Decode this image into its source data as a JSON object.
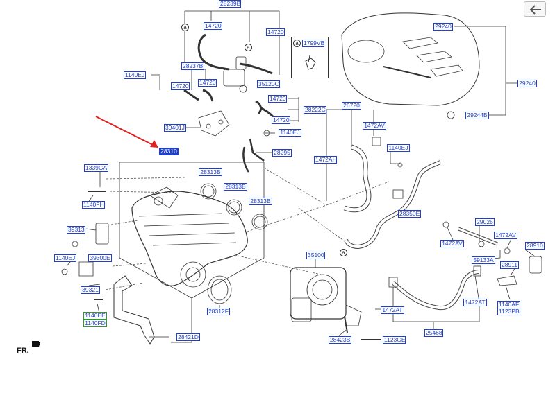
{
  "labels": {
    "p28239B": "28239B",
    "p14720_a": "14720",
    "p14720_b": "14720",
    "p1799VB": "1799VB",
    "p29240_a": "29240",
    "p29240_b": "29240",
    "p29244B": "29244B",
    "p1140EJ_a": "1140EJ",
    "p28237B": "28237B",
    "p14720_c": "14720",
    "p14720_d": "14720",
    "p35120C": "35120C",
    "p14720_e": "14720",
    "p14720_f": "14720",
    "p28222C": "28222C",
    "p26720": "26720",
    "p1472AV_a": "1472AV",
    "p39401J": "39401J",
    "p1140EJ_b": "1140EJ",
    "p28310": "28310",
    "p28295": "28295",
    "p1472AH": "1472AH",
    "p1140EJ_c": "1140EJ",
    "p1339GA": "1339GA",
    "p28313B_a": "28313B",
    "p28313B_b": "28313B",
    "p28313B_c": "28313B",
    "p1140FH": "1140FH",
    "p28350E": "28350E",
    "p39313": "39313",
    "p39300E": "39300E",
    "p29025": "29025",
    "p1472AV_b": "1472AV",
    "p1472AV_c": "1472AV",
    "p28910": "28910",
    "p1140EJ_d": "1140EJ",
    "p35100": "35100",
    "p59133A": "59133A",
    "p28911": "28911",
    "p39321": "39321",
    "p1140EE": "1140EE",
    "p1140FD": "1140FD",
    "p28312F": "28312F",
    "p1472AT_a": "1472AT",
    "p1472AT_b": "1472AT",
    "p1140AF": "1140AF",
    "p1123PB": "1123PB",
    "p25468": "25468",
    "p28421D": "28421D",
    "p28423B": "28423B",
    "p1123GE": "1123GE",
    "circle_a": "a",
    "fr": "FR."
  },
  "colors": {
    "label_border": "#1f3fd0",
    "label_text": "#1f3fd0",
    "highlight_bg": "#1f3fd0",
    "pointer_arrow": "#e02020",
    "part_lines": "#333333"
  },
  "icons": {
    "back": "arrow-left-icon",
    "pointer": "red-arrow-pointer"
  }
}
